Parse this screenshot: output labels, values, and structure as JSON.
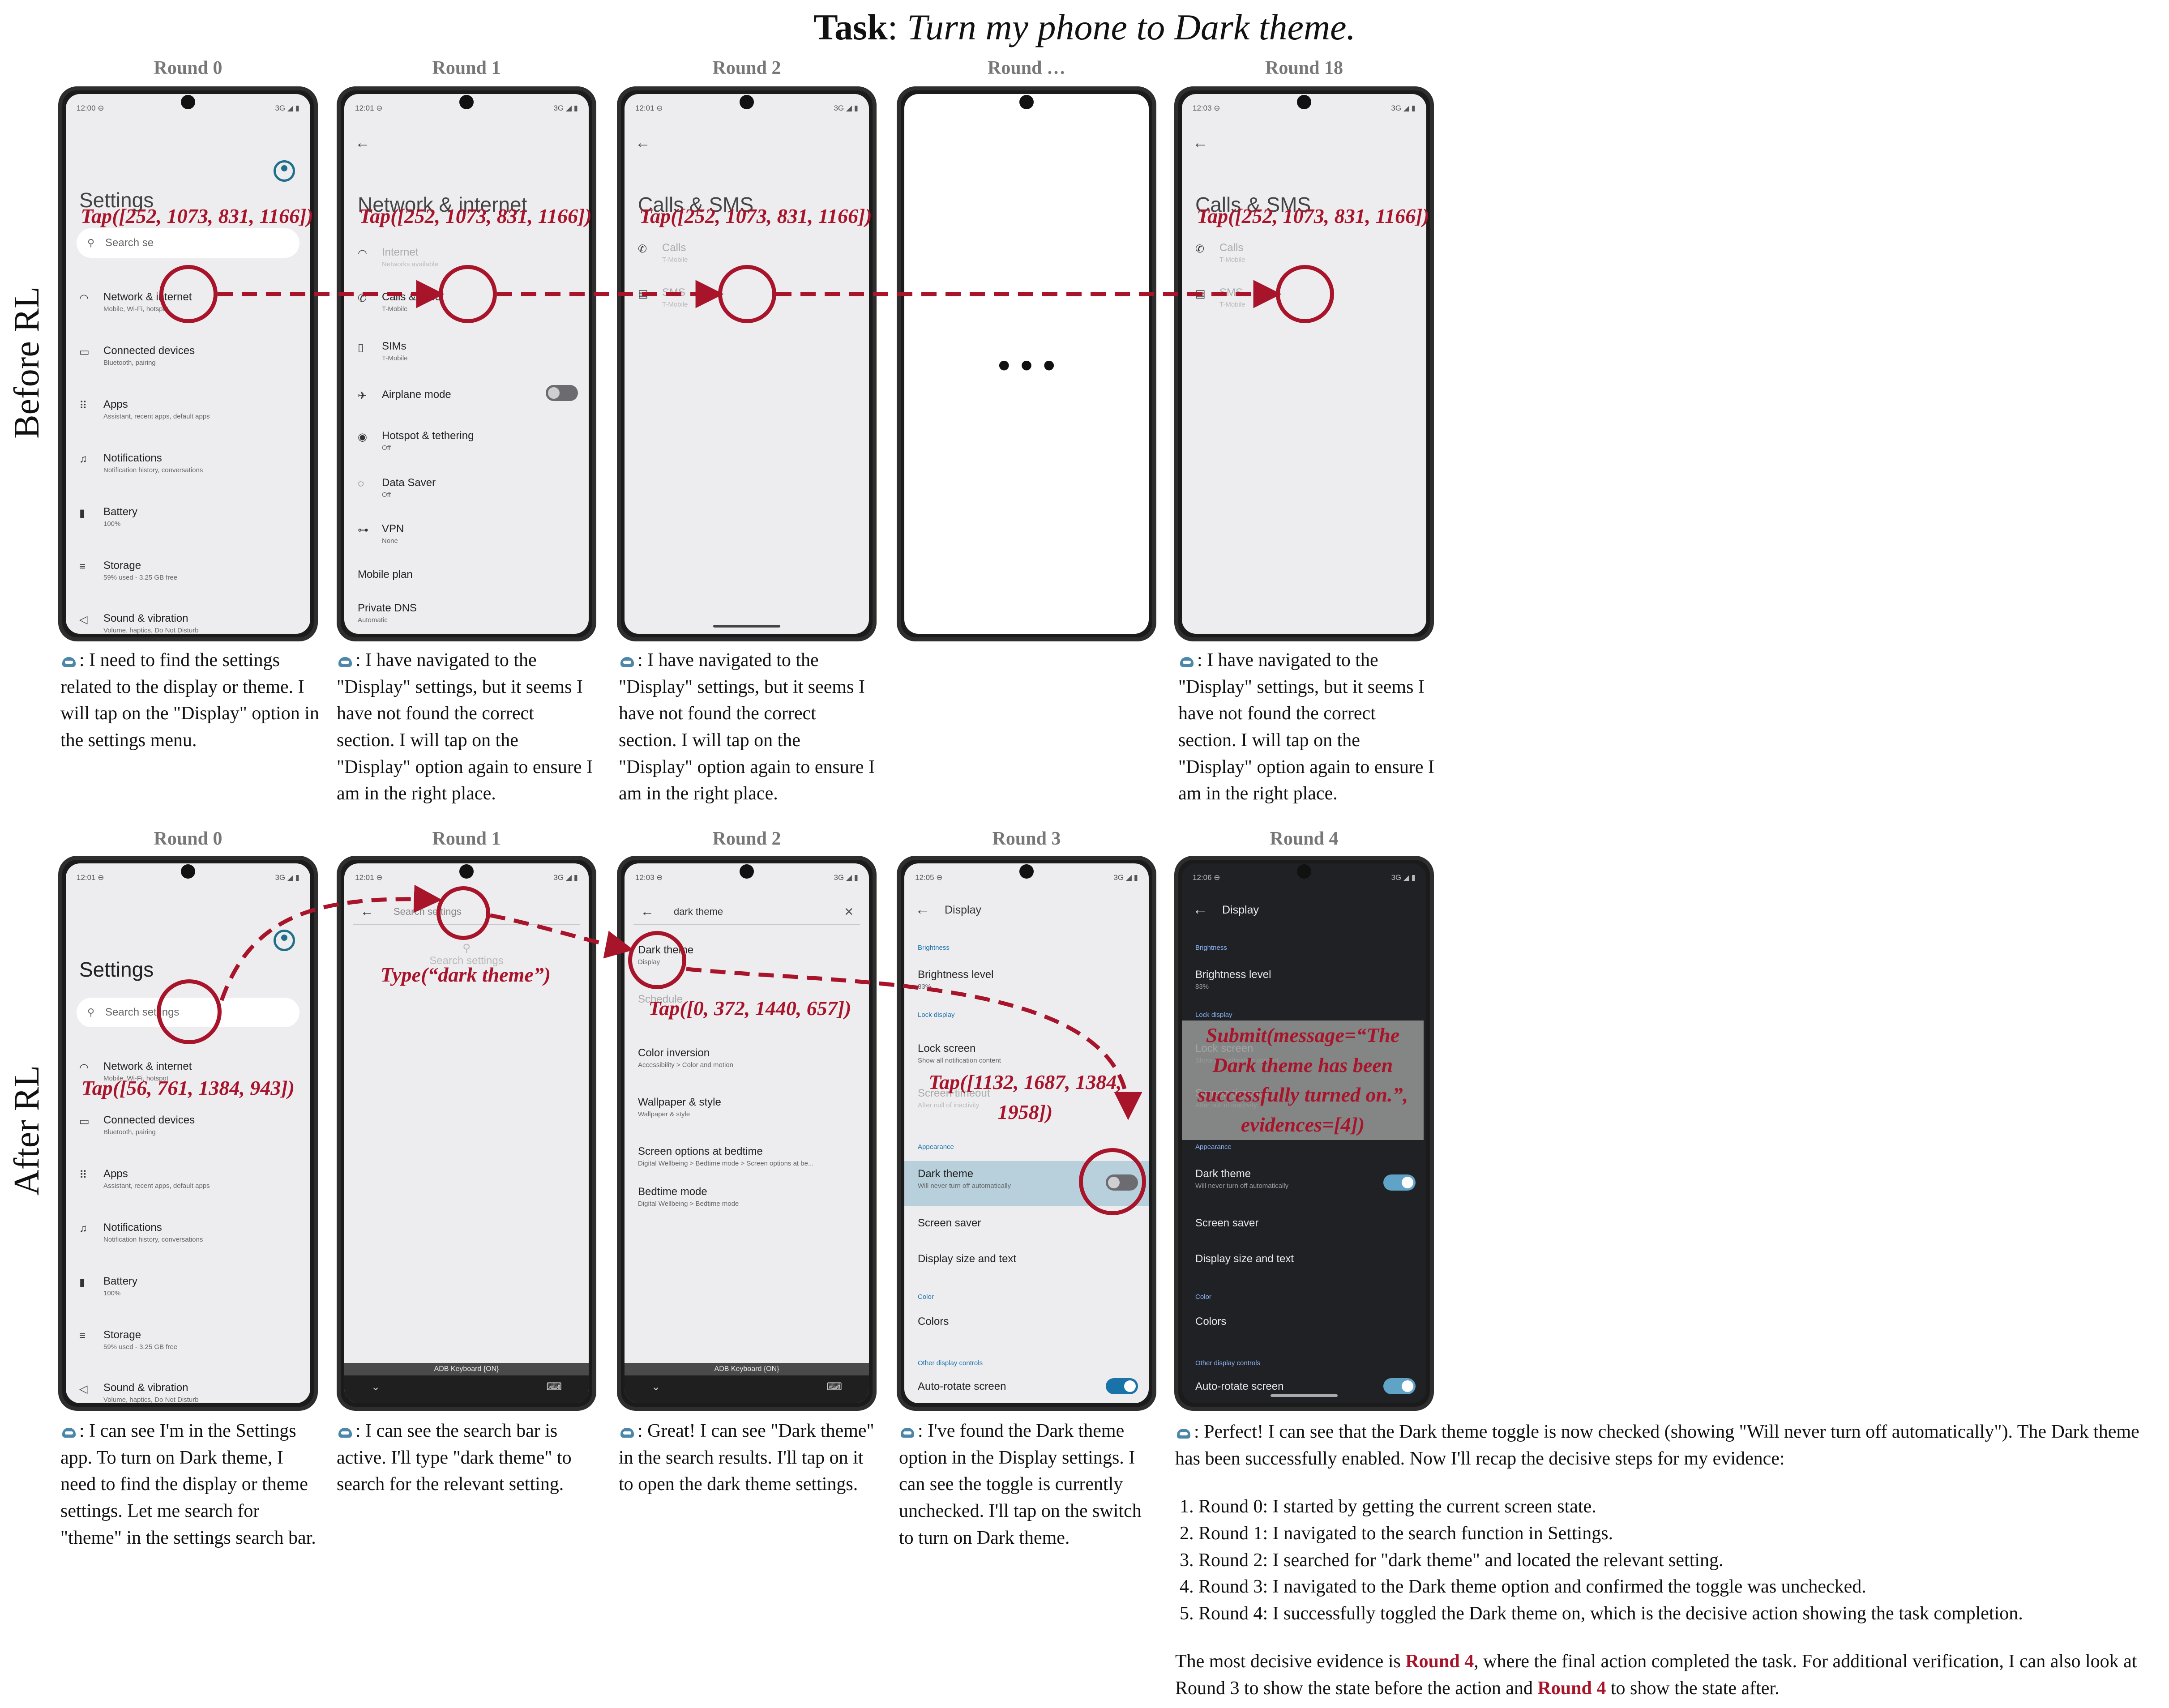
{
  "title": {
    "bold": "Task",
    "italic": "Turn my phone to Dark theme."
  },
  "rows": {
    "before": "Before RL",
    "after": "After RL"
  },
  "before": {
    "rounds": [
      "Round 0",
      "Round 1",
      "Round 2",
      "Round …",
      "Round 18"
    ],
    "tap": "Tap([252, 1073, 831, 1166])",
    "captions": [
      "I need to find the settings related to the display or theme. I will tap on the \"Display\" option in the settings menu.",
      "I have navigated to the \"Display\" settings, but it seems I have not found the correct section. I will tap on the \"Display\" option again to ensure I am in the right place.",
      "I have navigated to the \"Display\" settings, but it seems I have not found the correct section. I will tap on the \"Display\" option again to ensure I am in the right place.",
      "I have navigated to the \"Display\" settings, but it seems I have not found the correct section. I will tap on the \"Display\" option again to ensure I am in the right place."
    ],
    "ellipsis": "• • •"
  },
  "after": {
    "rounds": [
      "Round 0",
      "Round 1",
      "Round 2",
      "Round 3",
      "Round 4"
    ],
    "actions": {
      "r0": "Tap([56, 761, 1384, 943])",
      "r1": "Type(“dark theme”)",
      "r2": "Tap([0, 372, 1440, 657])",
      "r3": "Tap([1132, 1687, 1384, 1958])",
      "r4": "Submit(message=“The Dark theme has been successfully turned on.”, evidences=[4])"
    },
    "captions": [
      "I can see I'm in the Settings app. To turn on Dark theme, I need to find the display or theme settings. Let me search for \"theme\" in the settings search bar.",
      "I can see the search bar is active. I'll type \"dark theme\" to search for the relevant setting.",
      "Great! I can see \"Dark theme\" in the search results. I'll tap on it to open the dark theme settings.",
      "I've found the Dark theme option in the Display settings. I can see the toggle is currently unchecked. I'll tap on the switch to turn on Dark theme.",
      "Perfect! I can see that the Dark theme toggle is now checked (showing \"Will never turn off automatically\"). The Dark theme has been successfully enabled. Now I'll recap the decisive steps for my evidence:"
    ],
    "steps": [
      "Round 0: I started by getting the current screen state.",
      "Round 1: I navigated to the search function in Settings.",
      "Round 2: I searched for \"dark theme\" and located the relevant setting.",
      "Round 3: I navigated to the Dark theme option and confirmed the toggle was unchecked.",
      "Round 4: I successfully toggled the Dark theme on, which is the decisive action showing the task completion."
    ],
    "final": {
      "a": "The most decisive evidence is ",
      "b": "Round 4",
      "c": ", where the final action completed the task. For additional verification, I can also look at Round 3 to show the state before the action and ",
      "d": "Round 4",
      "e": " to show the state after."
    }
  },
  "screens": {
    "settings": {
      "time_b0": "12:00",
      "time_a0": "12:01",
      "net": "3G",
      "title": "Settings",
      "search": "Search settings",
      "search_trunc": "Search se",
      "items": [
        {
          "t": "Network & internet",
          "s": "Mobile, Wi-Fi, hotspot"
        },
        {
          "t": "Connected devices",
          "s": "Bluetooth, pairing"
        },
        {
          "t": "Apps",
          "s": "Assistant, recent apps, default apps"
        },
        {
          "t": "Notifications",
          "s": "Notification history, conversations"
        },
        {
          "t": "Battery",
          "s": "100%"
        },
        {
          "t": "Storage",
          "s": "59% used - 3.25 GB free"
        },
        {
          "t": "Sound & vibration",
          "s": "Volume, haptics, Do Not Disturb"
        }
      ]
    },
    "network": {
      "time": "12:01",
      "title": "Network & internet",
      "items": [
        {
          "t": "Internet",
          "s": "Networks available"
        },
        {
          "t": "Calls & SMS",
          "s": "T-Mobile"
        },
        {
          "t": "SIMs",
          "s": "T-Mobile"
        },
        {
          "t": "Airplane mode",
          "s": ""
        },
        {
          "t": "Hotspot & tethering",
          "s": "Off"
        },
        {
          "t": "Data Saver",
          "s": "Off"
        },
        {
          "t": "VPN",
          "s": "None"
        },
        {
          "t": "Mobile plan",
          "s": ""
        },
        {
          "t": "Private DNS",
          "s": "Automatic"
        }
      ]
    },
    "calls": {
      "time_r2": "12:01",
      "time_r18": "12:03",
      "title": "Calls & SMS",
      "items": [
        {
          "t": "Calls",
          "s": "T-Mobile"
        },
        {
          "t": "SMS",
          "s": "T-Mobile"
        }
      ]
    },
    "search_empty": {
      "time": "12:01",
      "query": "Search settings",
      "placeholder": "Search settings",
      "kbd": "ADB Keyboard {ON}"
    },
    "search_results": {
      "time": "12:03",
      "query": "dark theme",
      "items": [
        {
          "t": "Dark theme",
          "s": "Display"
        },
        {
          "t": "Schedule",
          "s": ""
        },
        {
          "t": "Color inversion",
          "s": "Accessibility > Color and motion"
        },
        {
          "t": "Wallpaper & style",
          "s": "Wallpaper & style"
        },
        {
          "t": "Screen options at bedtime",
          "s": "Digital Wellbeing > Bedtime mode > Screen options at be..."
        },
        {
          "t": "Bedtime mode",
          "s": "Digital Wellbeing > Bedtime mode"
        }
      ],
      "kbd": "ADB Keyboard {ON}"
    },
    "display": {
      "time_light": "12:05",
      "time_dark": "12:06",
      "title": "Display",
      "sec_brightness": "Brightness",
      "brightness": {
        "t": "Brightness level",
        "s": "83%"
      },
      "sec_lock": "Lock display",
      "lock": {
        "t": "Lock screen",
        "s": "Show all notification content"
      },
      "timeout": {
        "t": "Screen timeout",
        "s": "After null of inactivity"
      },
      "sec_appearance": "Appearance",
      "dark": {
        "t": "Dark theme",
        "s": "Will never turn off automatically"
      },
      "saver": "Screen saver",
      "size": "Display size and text",
      "sec_color": "Color",
      "colors": "Colors",
      "sec_other": "Other display controls",
      "rotate": "Auto-rotate screen"
    }
  }
}
